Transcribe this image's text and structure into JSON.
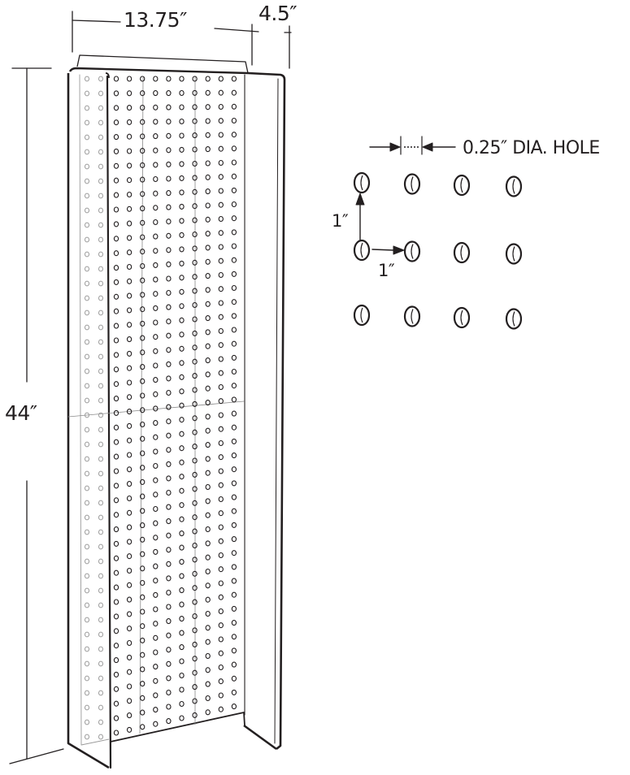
{
  "dimensions": {
    "width": "13.75″",
    "depth": "4.5″",
    "height": "44″"
  },
  "detail": {
    "hole_label": "0.25″ DIA. HOLE",
    "vertical_spacing": "1″",
    "horizontal_spacing": "1″",
    "grid_rows": 3,
    "grid_cols": 4
  },
  "board": {
    "front_columns": 10,
    "side_columns": 2,
    "rows": 46,
    "stroke_color": "#231f20",
    "side_hole_color": "#9a9a9a"
  }
}
